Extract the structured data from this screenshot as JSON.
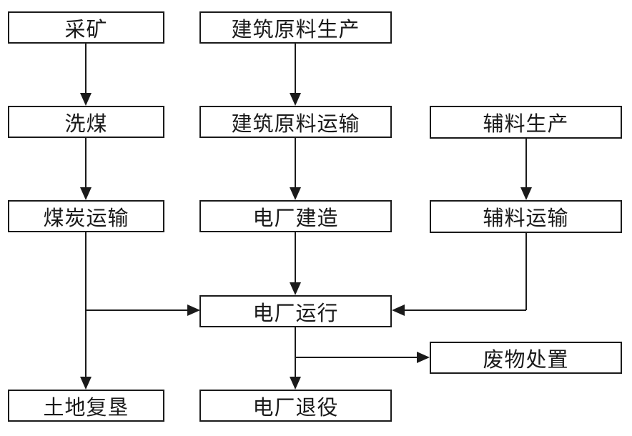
{
  "nodes": {
    "mining": "采矿",
    "building_material_production": "建筑原料生产",
    "coal_washing": "洗煤",
    "building_material_transport": "建筑原料运输",
    "auxiliary_material_production": "辅料生产",
    "coal_transport": "煤炭运输",
    "plant_construction": "电厂建造",
    "auxiliary_material_transport": "辅料运输",
    "plant_operation": "电厂运行",
    "waste_disposal": "废物处置",
    "land_reclamation": "土地复垦",
    "plant_decommissioning": "电厂退役"
  },
  "colors": {
    "line": "#1a1a1a",
    "background": "#ffffff"
  }
}
